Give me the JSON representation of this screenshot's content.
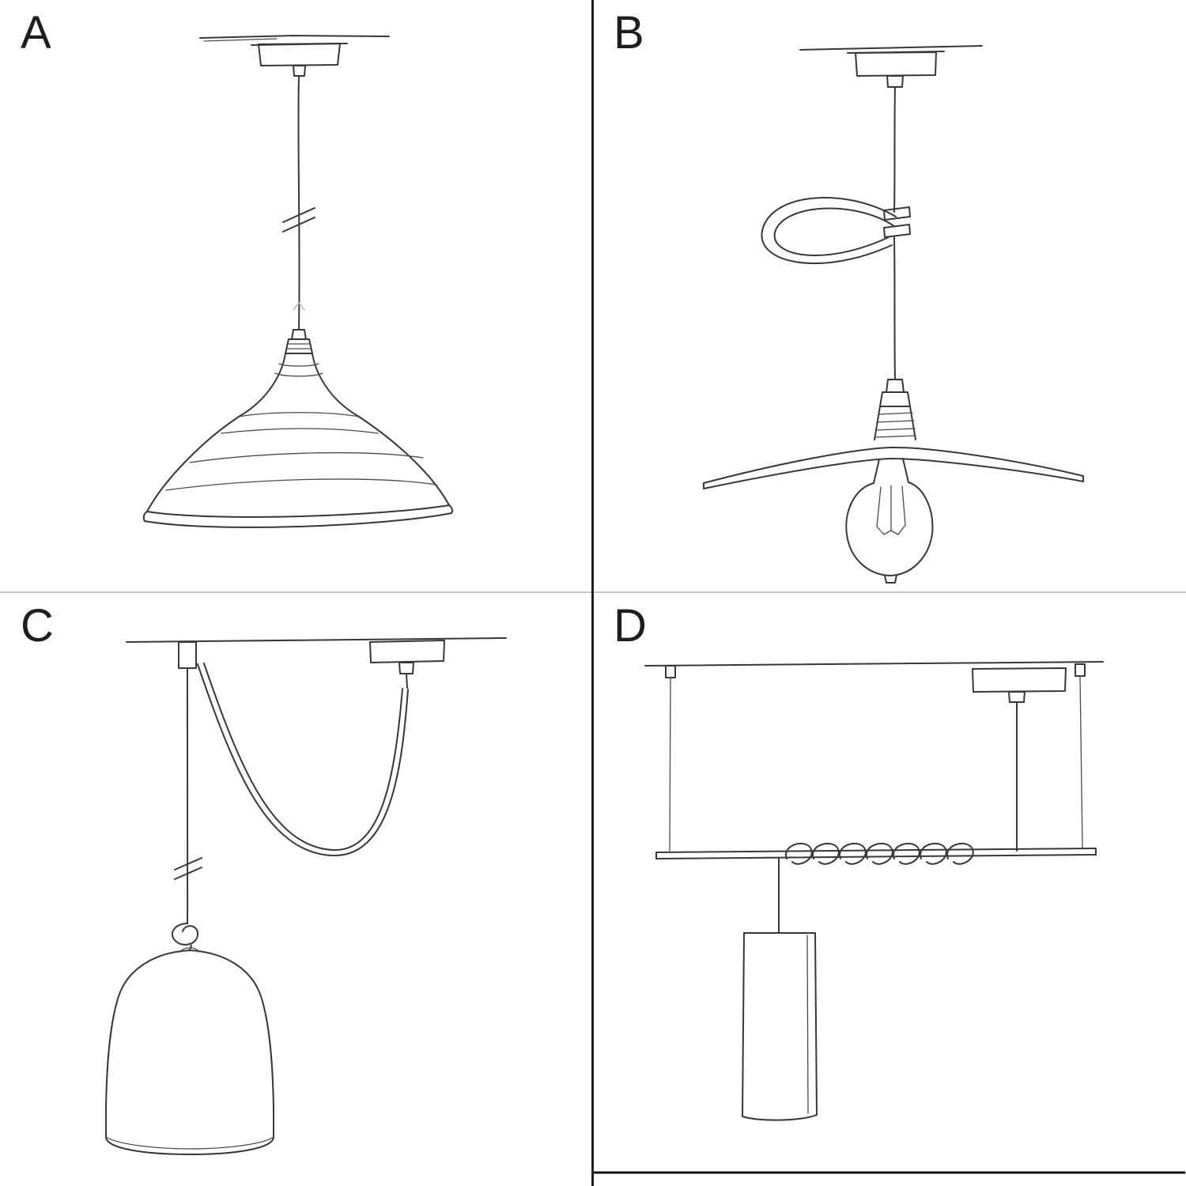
{
  "page": {
    "background": "#ffffff",
    "ink_color": "#383838",
    "divider_dark_color": "#222222",
    "divider_light_color": "#c7c7c7"
  },
  "panels": [
    {
      "label": "A",
      "icon": "pendant-bowl-shade-sketch"
    },
    {
      "label": "B",
      "icon": "pendant-flat-dish-shade-bulb-sketch"
    },
    {
      "label": "C",
      "icon": "swag-pendant-bell-shade-sketch"
    },
    {
      "label": "D",
      "icon": "bar-pendant-coiled-cable-tube-shade-sketch"
    }
  ]
}
